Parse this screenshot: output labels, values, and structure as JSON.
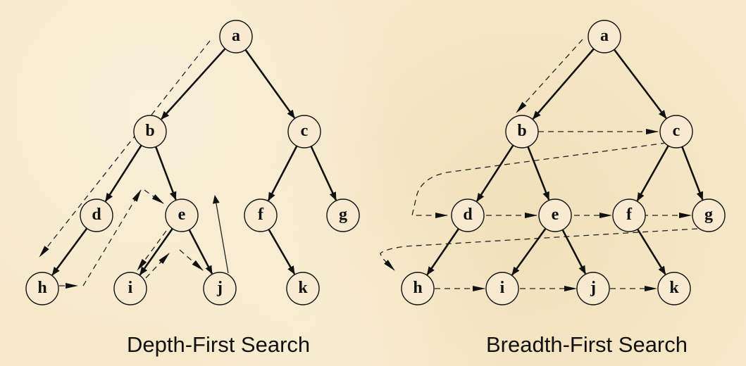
{
  "diagrams": {
    "dfs": {
      "caption": "Depth-First Search",
      "nodes": [
        "a",
        "b",
        "c",
        "d",
        "e",
        "f",
        "g",
        "h",
        "i",
        "j",
        "k"
      ]
    },
    "bfs": {
      "caption": "Breadth-First Search",
      "nodes": [
        "a",
        "b",
        "c",
        "d",
        "e",
        "f",
        "g",
        "h",
        "i",
        "j",
        "k"
      ]
    }
  },
  "tree_edges": [
    [
      "a",
      "b"
    ],
    [
      "a",
      "c"
    ],
    [
      "b",
      "d"
    ],
    [
      "b",
      "e"
    ],
    [
      "c",
      "f"
    ],
    [
      "c",
      "g"
    ],
    [
      "d",
      "h"
    ],
    [
      "e",
      "i"
    ],
    [
      "e",
      "j"
    ],
    [
      "f",
      "k"
    ]
  ],
  "dfs_order": [
    "a",
    "b",
    "d",
    "h",
    "e",
    "i",
    "j",
    "c",
    "f",
    "k",
    "g"
  ],
  "bfs_order": [
    "a",
    "b",
    "c",
    "d",
    "e",
    "f",
    "g",
    "h",
    "i",
    "j",
    "k"
  ],
  "colors": {
    "background": "#f6e8c8",
    "ink": "#111111"
  }
}
